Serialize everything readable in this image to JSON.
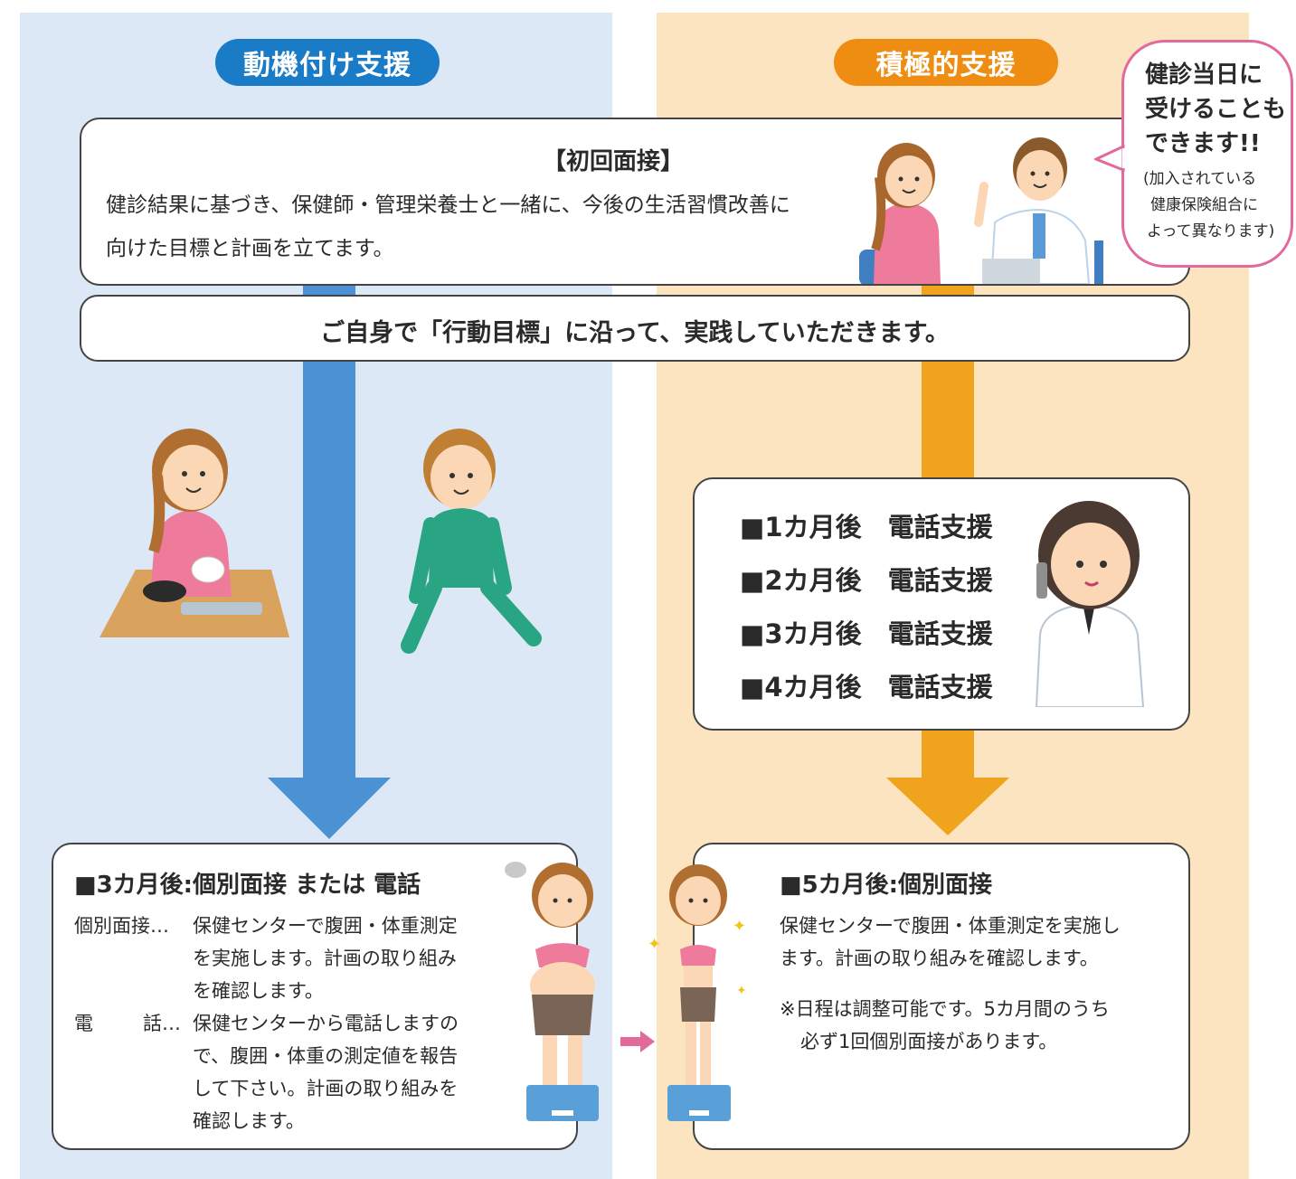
{
  "left_column": {
    "title": "動機付け支援",
    "color": "#1a7bc7"
  },
  "right_column": {
    "title": "積極的支援",
    "color": "#ee8d12"
  },
  "initial_interview": {
    "heading": "【初回面接】",
    "line1": "健診結果に基づき、保健師・管理栄養士と一緒に、今後の生活習慣改善に",
    "line2": "向けた目標と計画を立てます。"
  },
  "bubble": {
    "line1": "健診当日に",
    "line2": "受けることも",
    "line3": "できます!!",
    "note1": "(加入されている",
    "note2": "健康保険組合に",
    "note3": "よって異なります)"
  },
  "practice": {
    "text": "ご自身で「行動目標」に沿って、実践していただきます。"
  },
  "phone_support": {
    "items": [
      "■1カ月後　電話支援",
      "■2カ月後　電話支援",
      "■3カ月後　電話支援",
      "■4カ月後　電話支援"
    ]
  },
  "left_result": {
    "heading": "■3カ月後:個別面接 または 電話",
    "interview_label": "個別面接…",
    "interview_lines": [
      "保健センターで腹囲・体重測定",
      "を実施します。計画の取り組み",
      "を確認します。"
    ],
    "phone_label_a": "電",
    "phone_label_b": "話…",
    "phone_lines": [
      "保健センターから電話しますの",
      "で、腹囲・体重の測定値を報告",
      "して下さい。計画の取り組みを",
      "確認します。"
    ]
  },
  "right_result": {
    "heading": "■5カ月後:個別面接",
    "lines": [
      "保健センターで腹囲・体重測定を実施し",
      "ます。計画の取り組みを確認します。"
    ],
    "note_lines": [
      "※日程は調整可能です。5カ月間のうち",
      "必ず1回個別面接があります。"
    ]
  },
  "colors": {
    "blue_bg": "#dce8f5",
    "orange_bg": "#fbe4bf",
    "blue_arrow": "#4b91d3",
    "orange_arrow": "#f0a31c",
    "bubble_border": "#e2699b"
  }
}
